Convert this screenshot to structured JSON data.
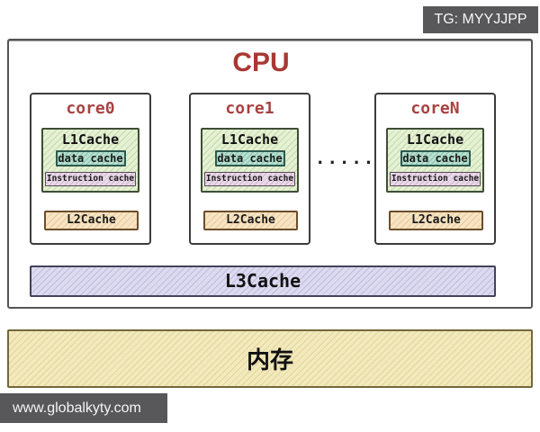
{
  "watermarks": {
    "top": "TG: MYYJJPP",
    "bottom": "www.globalkyty.com"
  },
  "cpu": {
    "title": "CPU",
    "cores": [
      {
        "name": "core0",
        "l1_label": "L1Cache",
        "data_cache_label": "data cache",
        "instruction_cache_label": "Instruction cache",
        "l2_label": "L2Cache"
      },
      {
        "name": "core1",
        "l1_label": "L1Cache",
        "data_cache_label": "data cache",
        "instruction_cache_label": "Instruction cache",
        "l2_label": "L2Cache"
      },
      {
        "name": "coreN",
        "l1_label": "L1Cache",
        "data_cache_label": "data cache",
        "instruction_cache_label": "Instruction cache",
        "l2_label": "L2Cache"
      }
    ],
    "ellipsis": "·······",
    "l3_label": "L3Cache"
  },
  "memory": {
    "label": "内存"
  },
  "colors": {
    "accent_red": "#a93832",
    "core_title_red": "#a94141",
    "l1_fill": "#e5f1d3",
    "data_cache_fill": "#b7e0d0",
    "instruction_cache_fill": "#ead9e9",
    "l2_fill": "#f7e4c3",
    "l3_fill": "#dddaf0",
    "memory_fill": "#f2e9bd",
    "badge_bg": "#58585a"
  }
}
